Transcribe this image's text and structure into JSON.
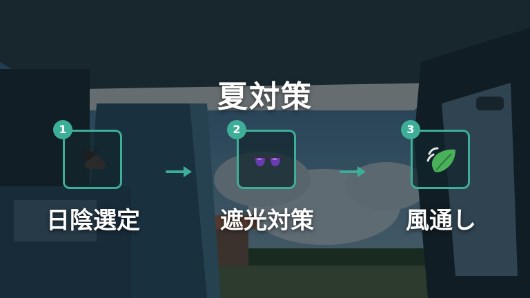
{
  "title": "夏対策",
  "steps": [
    {
      "number": "1",
      "icon": "sun-behind-cloud-icon",
      "label": "日陰選定"
    },
    {
      "number": "2",
      "icon": "sunglasses-icon",
      "label": "遮光対策"
    },
    {
      "number": "3",
      "icon": "leaf-wind-icon",
      "label": "風通し"
    }
  ],
  "colors": {
    "accent": "#3dae97",
    "title": "#ffffff",
    "overlay": "#0a1218"
  }
}
